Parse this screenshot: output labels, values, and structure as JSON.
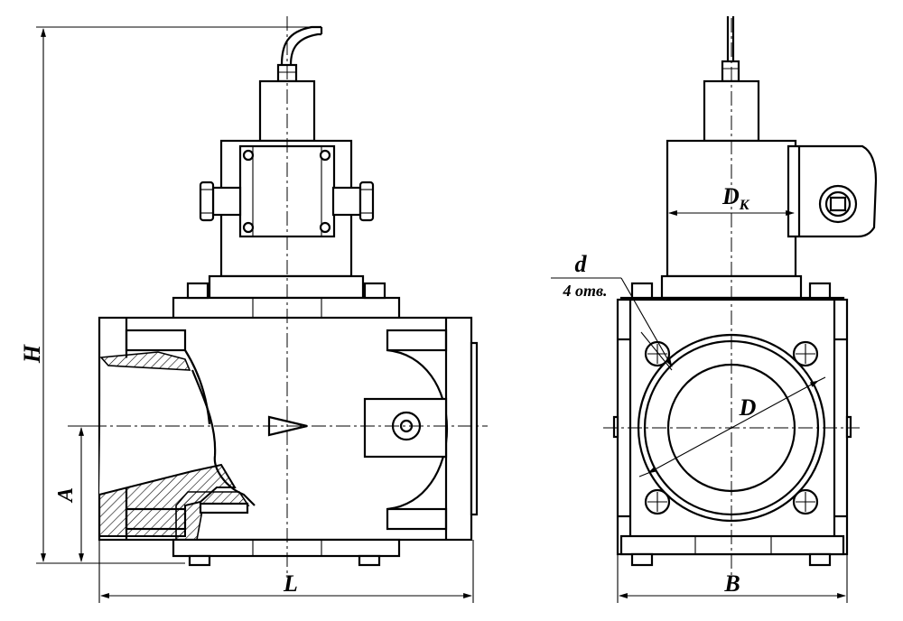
{
  "labels": {
    "H": "H",
    "A": "A",
    "L": "L",
    "B": "B",
    "Dk_main": "D",
    "Dk_sub": "К",
    "d": "d",
    "holes": "4 отв.",
    "D": "D"
  }
}
